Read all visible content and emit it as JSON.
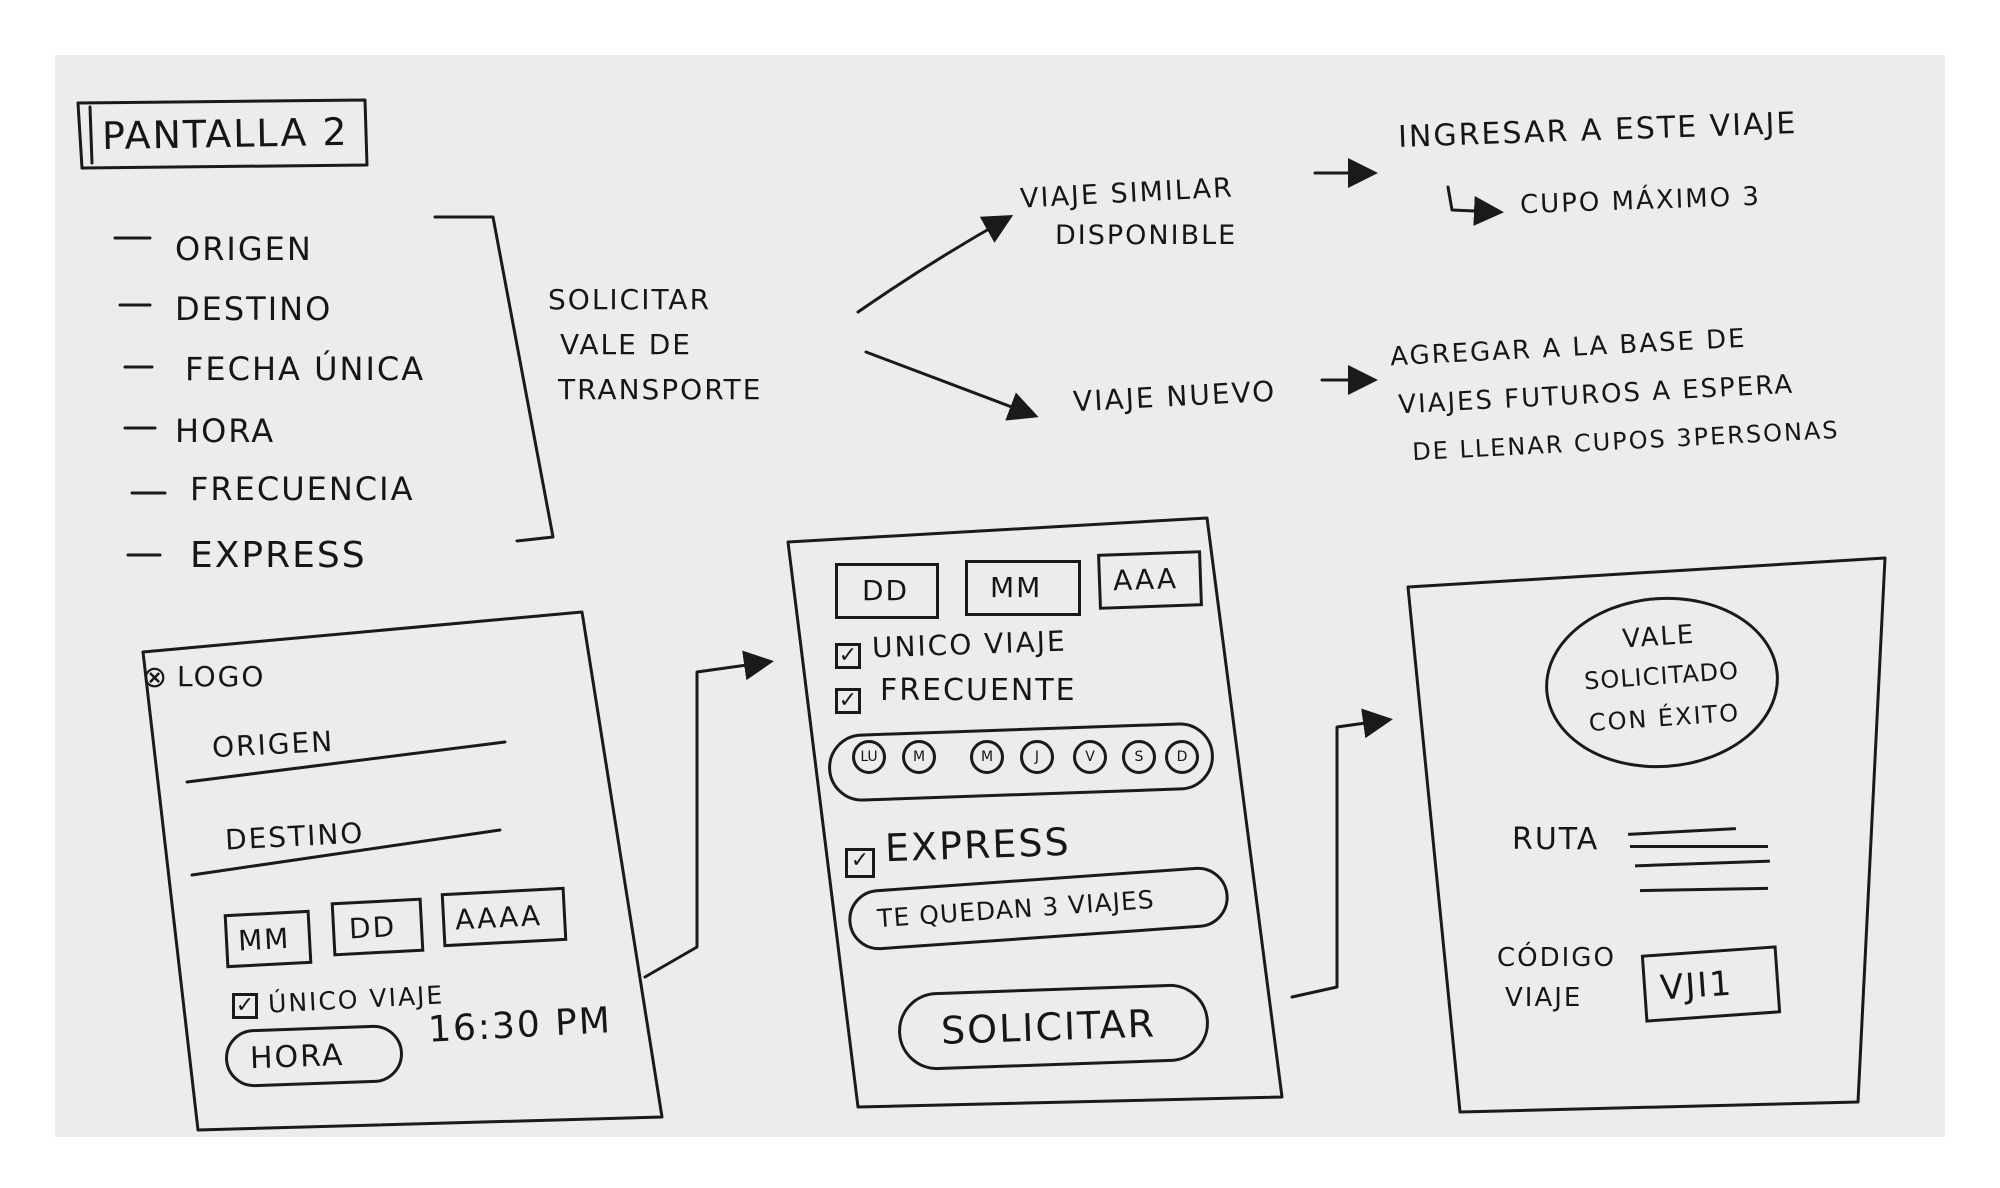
{
  "title": "PANTALLA 2",
  "fields_list": [
    "ORIGEN",
    "DESTINO",
    "FECHA ÚNICA",
    "HORA",
    "FRECUENCIA",
    "EXPRESS"
  ],
  "bracket_label": [
    "SOLICITAR",
    "VALE DE",
    "TRANSPORTE"
  ],
  "branch_similar": {
    "label": [
      "VIAJE SIMILAR",
      "DISPONIBLE"
    ],
    "result": "INGRESAR A ESTE VIAJE",
    "sub_result": "CUPO MÁXIMO 3"
  },
  "branch_new": {
    "label": "VIAJE NUEVO",
    "result": [
      "AGREGAR A LA BASE DE",
      "VIAJES FUTUROS A ESPERA",
      "DE LLENAR CUPOS 3PERSONAS"
    ]
  },
  "screen1": {
    "logo": "LOGO",
    "origin_label": "ORIGEN",
    "destination_label": "DESTINO",
    "date_fields": [
      "MM",
      "DD",
      "AAAA"
    ],
    "single_trip_label": "ÚNICO VIAJE",
    "single_trip_checked": true,
    "hour_button": "HORA",
    "hour_value": "16:30 PM"
  },
  "screen2": {
    "date_fields": [
      "DD",
      "MM",
      "AAA"
    ],
    "single_trip_label": "UNICO VIAJE",
    "single_trip_checked": true,
    "frequent_label": "FRECUENTE",
    "frequent_checked": true,
    "days": [
      "LU",
      "M",
      "M",
      "J",
      "V",
      "S",
      "D"
    ],
    "express_label": "EXPRESS",
    "express_checked": true,
    "remaining_trips": "TE QUEDAN 3 VIAJES",
    "submit_button": "SOLICITAR"
  },
  "screen3": {
    "success_message": [
      "VALE",
      "SOLICITADO",
      "CON ÉXITO"
    ],
    "route_label": "RUTA",
    "code_label": [
      "CÓDIGO",
      "VIAJE"
    ],
    "code_value": "VJI1"
  }
}
